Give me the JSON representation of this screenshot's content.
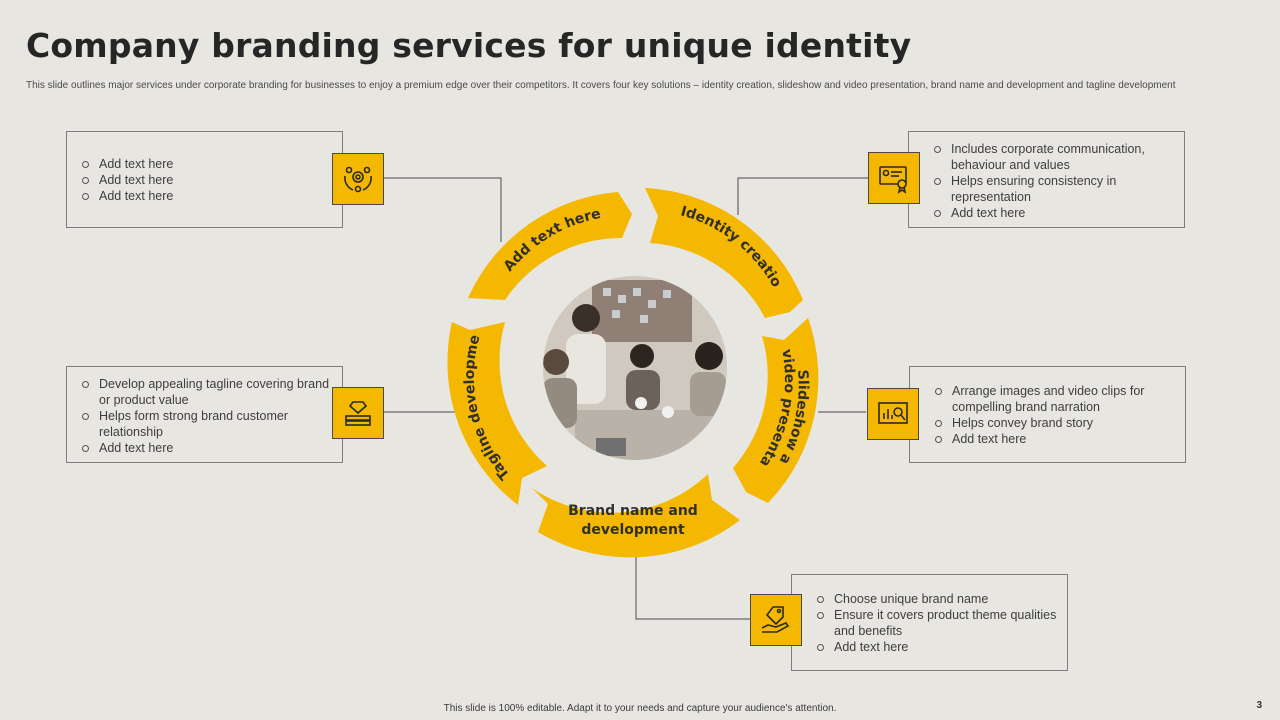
{
  "title": "Company branding services for unique identity",
  "subtitle": "This slide outlines major services under corporate branding for businesses to enjoy a premium  edge over their competitors. It covers four key solutions – identity creation, slideshow and video presentation, brand name and development and tagline development",
  "ring": {
    "segments": [
      "Add text here",
      "Identity creation",
      "Slideshow and video presentation",
      "Brand name and development",
      "Tagline development"
    ],
    "slideshow_line1": "Slideshow and",
    "slideshow_line2": "video  presentation",
    "brand_line1": "Brand name and",
    "brand_line2": "development"
  },
  "boxes": {
    "top_left": {
      "icon": "team-gear-icon",
      "items": [
        "Add text here",
        "Add text here",
        "Add text here"
      ]
    },
    "top_right": {
      "icon": "certificate-card-icon",
      "items": [
        "Includes corporate communication, behaviour  and values",
        "Helps ensuring consistency in representation",
        "Add text here"
      ]
    },
    "mid_left": {
      "icon": "diamond-cards-icon",
      "items": [
        "Develop  appealing tagline covering brand or product value",
        "Helps form strong brand customer relationship",
        "Add text here"
      ]
    },
    "mid_right": {
      "icon": "presentation-chart-icon",
      "items": [
        "Arrange images and video clips for compelling brand narration",
        "Helps  convey brand story",
        "Add text here"
      ]
    },
    "bottom": {
      "icon": "hand-tag-icon",
      "items": [
        "Choose unique brand name",
        "Ensure it covers product theme qualities and benefits",
        "Add text here"
      ]
    }
  },
  "colors": {
    "accent": "#f5b800",
    "background": "#e8e6e1",
    "border": "#7d7d7d"
  },
  "footer": "This slide is 100% editable.  Adapt it to your needs and capture your audience's attention.",
  "page_number": "3"
}
